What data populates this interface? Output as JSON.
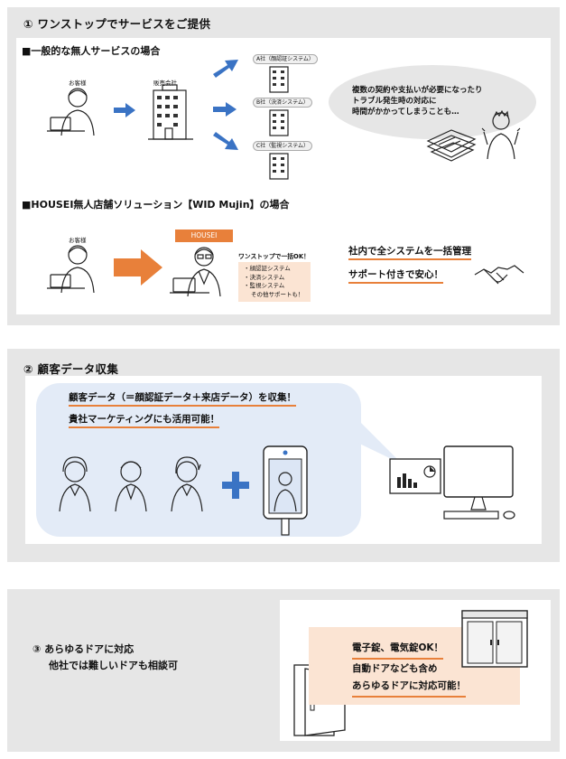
{
  "section1": {
    "title": "① ワンストップでサービスをご提供",
    "general_heading": "■一般的な無人サービスの場合",
    "customer_label": "お客様",
    "seller_label": "販売会社",
    "companies": [
      "A社（顔認証システム）",
      "B社（決済システム）",
      "C社（監視システム）"
    ],
    "trouble_lines": [
      "複数の契約や支払いが必要になったり",
      "トラブル発生時の対応に",
      "時間がかかってしまうことも…"
    ],
    "wid_heading": "■HOUSEI無人店舗ソリューション【WID Mujin】の場合",
    "customer_label2": "お客様",
    "housei_badge": "HOUSEI",
    "onestop_ok": "ワンストップで一括OK！",
    "services": [
      "・顔認証システム",
      "・決済システム",
      "・監視システム",
      "その他サポートも！"
    ],
    "benefit1": "社内で全システムを一括管理",
    "benefit2": "サポート付きで安心！"
  },
  "section2": {
    "title": "② 顧客データ収集",
    "line1": "顧客データ（＝顔認証データ＋来店データ）を収集！",
    "line2": "貴社マーケティングにも活用可能！"
  },
  "section3": {
    "title": "③ あらゆるドアに対応",
    "subtitle": "他社では難しいドアも相談可",
    "lines": [
      "電子錠、電気錠OK！",
      "自動ドアなども含め",
      "あらゆるドアに対応可能！"
    ]
  },
  "colors": {
    "arrow_blue": "#3a73c4",
    "orange": "#e8803a",
    "peach": "#fbe4d3",
    "panel_gray": "#e6e6e6",
    "bubble_blue": "#e3ebf7"
  }
}
